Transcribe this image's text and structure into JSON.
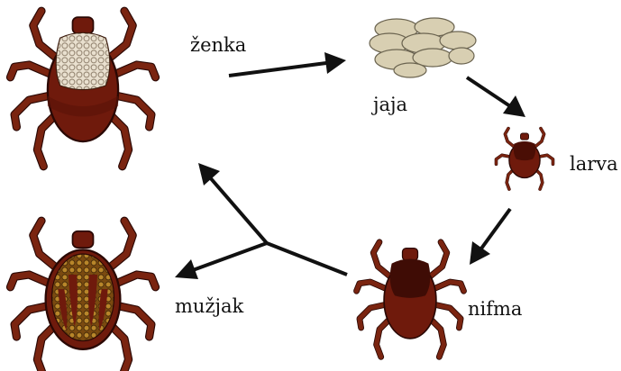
{
  "labels": {
    "female": "ženka",
    "eggs": "jaja",
    "larva": "larva",
    "nymph": "nifma",
    "male": "mužjak"
  },
  "colors": {
    "body": "#6f1a0c",
    "body_dark": "#4a0e05",
    "legs": "#7a2410",
    "arrow": "#111111",
    "eggs": "#d8cfb2",
    "pattern": "#e6dccb"
  }
}
